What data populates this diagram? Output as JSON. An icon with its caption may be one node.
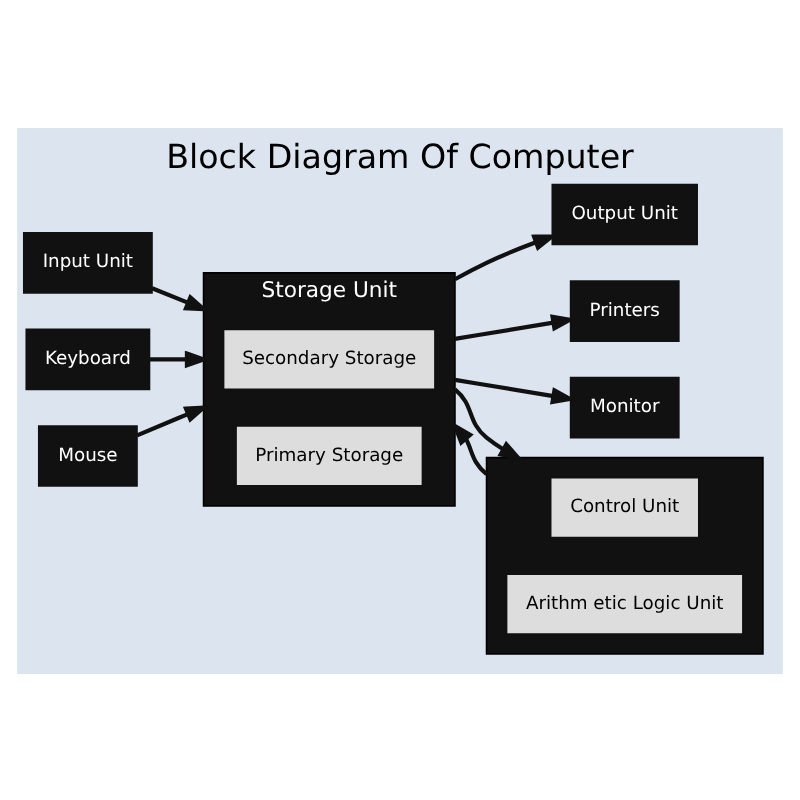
{
  "diagram": {
    "title": "Block Diagram Of Computer",
    "nodes": [
      {
        "text": [
          "Input Unit"
        ]
      },
      {
        "text": [
          "Keyboard"
        ]
      },
      {
        "text": [
          "Mouse"
        ]
      },
      {
        "text": [
          "Storage Unit"
        ]
      },
      {
        "text": [
          "Secondary Storage"
        ],
        "in": 3
      },
      {
        "text": [
          "Primary Storage"
        ],
        "in": 3
      },
      {
        "text": [
          "Output Unit"
        ]
      },
      {
        "text": [
          "Printers"
        ]
      },
      {
        "text": [
          "Monitor"
        ]
      },
      {
        "text": [],
        "shape": "box"
      },
      {
        "text": [
          "Control Unit"
        ],
        "in": 9
      },
      {
        "text": [
          "Arithm etic Logic Unit"
        ],
        "in": 9
      }
    ],
    "edges": [
      {
        "from": 0,
        "to": 3,
        "arrow": "to"
      },
      {
        "from": 1,
        "to": 3,
        "arrow": "to"
      },
      {
        "from": 2,
        "to": 3,
        "arrow": "to"
      },
      {
        "from": 3,
        "to": 6,
        "arrow": "to"
      },
      {
        "from": 3,
        "to": 7,
        "arrow": "to"
      },
      {
        "from": 3,
        "to": 8,
        "arrow": "to"
      },
      {
        "from": 3,
        "to": 9,
        "arrow": "to"
      },
      {
        "from": 9,
        "to": 3,
        "arrow": "to"
      }
    ]
  }
}
